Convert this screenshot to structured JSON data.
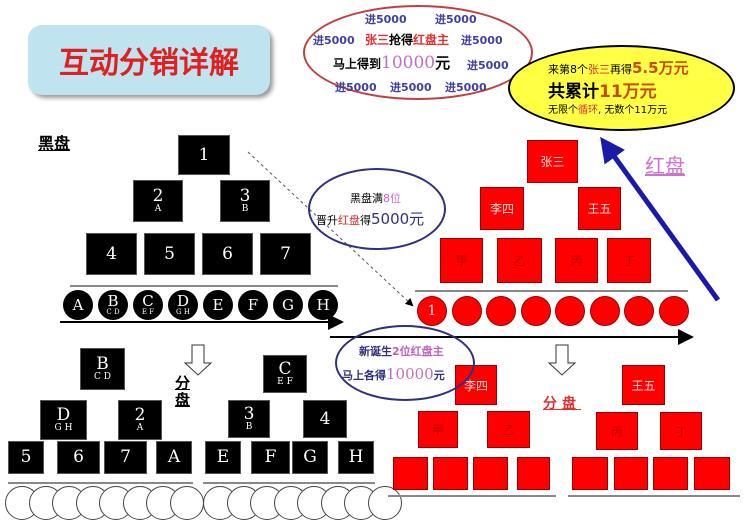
{
  "title": "互动分销详解",
  "black_label": "黑盘",
  "red_label": "红盘",
  "split_label": "分盘",
  "black_pyramid": {
    "top": "1",
    "row2": [
      {
        "n": "2",
        "s": "A"
      },
      {
        "n": "3",
        "s": "B"
      }
    ],
    "row3": [
      "4",
      "5",
      "6",
      "7"
    ],
    "circles": [
      {
        "n": "A",
        "s": ""
      },
      {
        "n": "B",
        "s": "C D"
      },
      {
        "n": "C",
        "s": "E F"
      },
      {
        "n": "D",
        "s": "G H"
      },
      {
        "n": "E",
        "s": ""
      },
      {
        "n": "F",
        "s": ""
      },
      {
        "n": "G",
        "s": ""
      },
      {
        "n": "H",
        "s": ""
      }
    ]
  },
  "black_split_left": {
    "top": {
      "n": "B",
      "s": "C D"
    },
    "row2": [
      {
        "n": "D",
        "s": "G H"
      },
      {
        "n": "2",
        "s": "A"
      }
    ],
    "row3": [
      "5",
      "6",
      "7",
      "A"
    ]
  },
  "black_split_right": {
    "top": {
      "n": "C",
      "s": "E F"
    },
    "row2": [
      {
        "n": "3",
        "s": "B"
      },
      {
        "n": "4",
        "s": ""
      }
    ],
    "row3": [
      "E",
      "F",
      "G",
      "H"
    ]
  },
  "red_pyramid": {
    "top": "张三",
    "row2": [
      "李四",
      "王五"
    ],
    "row3": [
      "甲",
      "乙",
      "丙",
      "丁"
    ],
    "first_circle": "1"
  },
  "red_split_left": {
    "top": "李四",
    "row2": [
      "甲",
      "乙"
    ]
  },
  "red_split_right": {
    "top": "王五",
    "row2": [
      "丙",
      "丁"
    ]
  },
  "bubble_top": {
    "in": "进5000",
    "line1_a": "张三",
    "line1_b": "抢得",
    "line1_c": "红盘主",
    "line2_a": "马上得到",
    "line2_b": "10000",
    "line2_c": "元"
  },
  "bubble_yellow": {
    "l1_a": "来第8个",
    "l1_b": "张三",
    "l1_c": "再得",
    "l1_d": "5.5万元",
    "l2_a": "共累计",
    "l2_b": "11万元",
    "l3_a": "无限个",
    "l3_b": "循环",
    "l3_c": ", 无数个11万元"
  },
  "bubble_mid": {
    "l1_a": "黑盘满",
    "l1_b": "8位",
    "l2_a": "晋升",
    "l2_b": "红盘",
    "l2_c": "得",
    "l2_d": "5000元"
  },
  "bubble_low": {
    "l1_a": "新诞生",
    "l1_b": "2位红盘主",
    "l2_a": "马上各得",
    "l2_b": "10000",
    "l2_c": "元"
  },
  "colors": {
    "red": "#ff0000",
    "black": "#000000",
    "yellow": "#ffff44",
    "arrow": "#1a1aa8",
    "pink": "#cc66cc"
  }
}
